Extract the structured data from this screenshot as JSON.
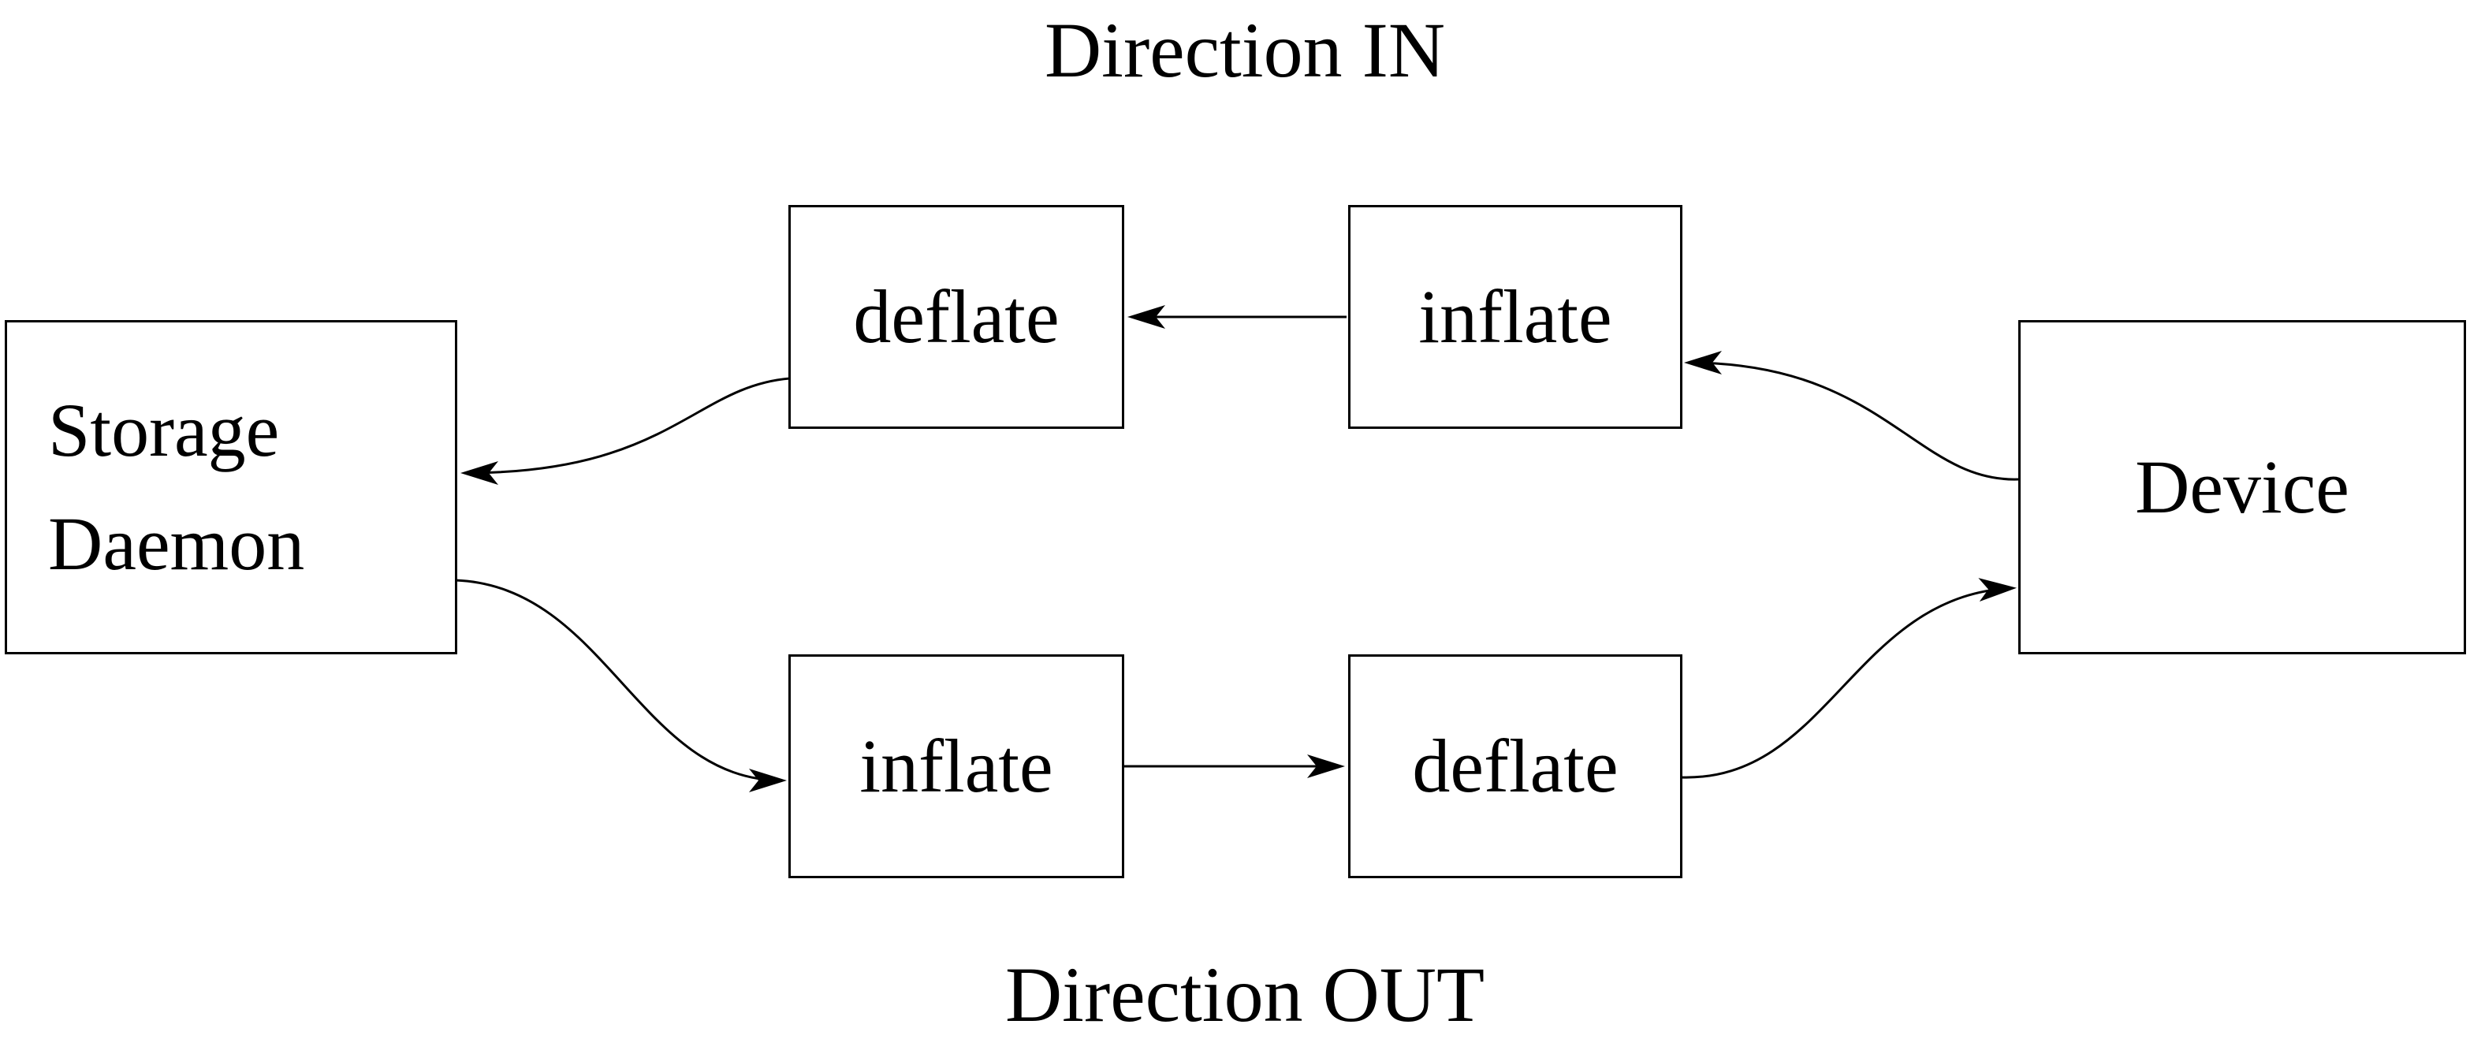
{
  "diagram": {
    "titles": {
      "in": "Direction IN",
      "out": "Direction OUT"
    },
    "nodes": {
      "storage_daemon": {
        "line1": "Storage",
        "line2": "Daemon"
      },
      "device": "Device",
      "in_deflate": "deflate",
      "in_inflate": "inflate",
      "out_inflate": "inflate",
      "out_deflate": "deflate"
    },
    "edges": [
      {
        "from": "device",
        "to": "in_inflate",
        "direction": "IN"
      },
      {
        "from": "in_inflate",
        "to": "in_deflate",
        "direction": "IN"
      },
      {
        "from": "in_deflate",
        "to": "storage_daemon",
        "direction": "IN"
      },
      {
        "from": "storage_daemon",
        "to": "out_inflate",
        "direction": "OUT"
      },
      {
        "from": "out_inflate",
        "to": "out_deflate",
        "direction": "OUT"
      },
      {
        "from": "out_deflate",
        "to": "device",
        "direction": "OUT"
      }
    ],
    "colors": {
      "stroke": "#000000",
      "text": "#000000",
      "background": "#ffffff"
    }
  }
}
